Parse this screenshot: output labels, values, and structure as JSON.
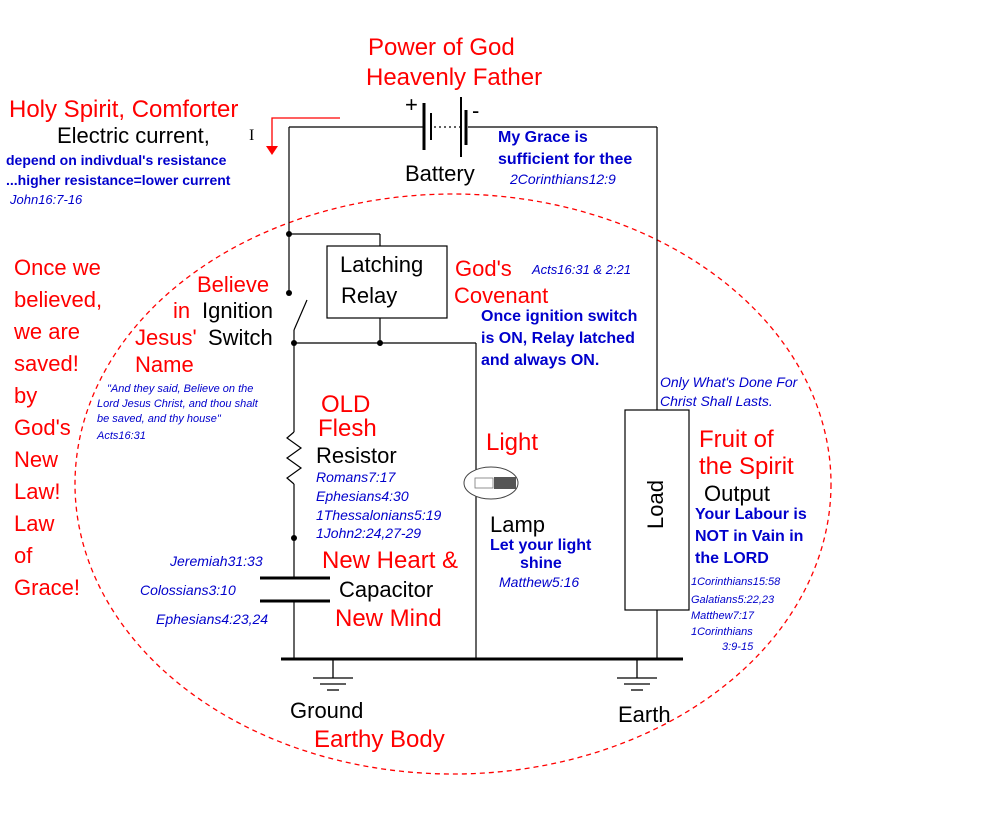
{
  "title": [
    "Power of God",
    "Heavenly Father"
  ],
  "battery": {
    "plus": "+",
    "minus": "-",
    "label": "Battery",
    "note": [
      "My Grace is",
      "sufficient for thee"
    ],
    "ref": "2Corinthians12:9"
  },
  "current": {
    "spirit": "Holy Spirit, Comforter",
    "label": "Electric current,",
    "symbol": "I",
    "note1": "depend on indivdual's resistance",
    "note2": "...higher resistance=lower current",
    "ref": "John16:7-16"
  },
  "relay": {
    "label": [
      "Latching",
      "Relay"
    ],
    "covenant": [
      "God's",
      "Covenant"
    ],
    "ref": "Acts16:31 & 2:21",
    "note": [
      "Once ignition switch",
      "is ON, Relay latched",
      "and always ON."
    ]
  },
  "switch": {
    "believe": "Believe",
    "in": "in",
    "ignition": "Ignition",
    "switch": "Switch",
    "name": [
      "Jesus'",
      "Name"
    ],
    "quote": [
      "\"And they said, Believe on the",
      "Lord Jesus Christ, and thou shalt",
      "be saved, and thy house\"",
      "Acts16:31"
    ]
  },
  "saved": [
    "Once we",
    "believed,",
    "we are",
    "saved!",
    "by",
    "God's",
    "New",
    "Law!",
    "Law",
    "of",
    "Grace!"
  ],
  "resistor": {
    "old": [
      "OLD",
      "Flesh"
    ],
    "label": "Resistor",
    "refs": [
      "Romans7:17",
      "Ephesians4:30",
      "1Thessalonians5:19",
      "1John2:24,27-29"
    ]
  },
  "capacitor": {
    "heart": "New Heart &",
    "label": "Capacitor",
    "mind": "New Mind",
    "refs": [
      "Jeremiah31:33",
      "Colossians3:10",
      "Ephesians4:23,24"
    ]
  },
  "lamp": {
    "light": "Light",
    "label": "Lamp",
    "note": [
      "Let your light",
      "shine"
    ],
    "ref": "Matthew5:16"
  },
  "load": {
    "label": "Load",
    "top_note": [
      "Only What's Done For",
      "Christ Shall Lasts."
    ],
    "fruit": [
      "Fruit of",
      "the Spirit"
    ],
    "output": "Output",
    "labour": [
      "Your Labour is",
      "NOT in Vain in",
      "the LORD"
    ],
    "refs": [
      "1Corinthians15:58",
      "Galatians5:22,23",
      "Matthew7:17",
      "1Corinthians",
      "3:9-15"
    ]
  },
  "ground": {
    "label": "Ground",
    "earth": "Earth",
    "body": "Earthy Body"
  },
  "colors": {
    "red": "#ff0000",
    "blue": "#0000cc",
    "black": "#000000"
  }
}
